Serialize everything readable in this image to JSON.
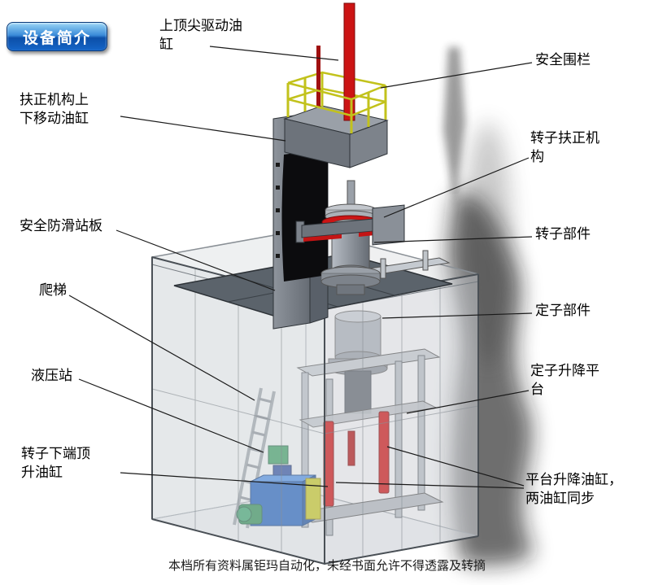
{
  "badge": {
    "label": "设备简介"
  },
  "footer": {
    "text": "本档所有资料属钜玛自动化，未经书面允许不得透露及转摘"
  },
  "labels": [
    {
      "id": "top-tip-drive-cylinder",
      "text": "上顶尖驱动油\n缸"
    },
    {
      "id": "safety-fence",
      "text": "安全围栏"
    },
    {
      "id": "centering-updown-cylinder",
      "text": "扶正机构上\n下移动油缸"
    },
    {
      "id": "rotor-centering-mechanism",
      "text": "转子扶正机\n构"
    },
    {
      "id": "anti-slip-platform",
      "text": "安全防滑站板"
    },
    {
      "id": "rotor-component",
      "text": "转子部件"
    },
    {
      "id": "ladder",
      "text": "爬梯"
    },
    {
      "id": "stator-component",
      "text": "定子部件"
    },
    {
      "id": "hydraulic-station",
      "text": "液压站"
    },
    {
      "id": "stator-lift-platform",
      "text": "定子升降平\n台"
    },
    {
      "id": "rotor-bottom-jack-cylinder",
      "text": "转子下端顶\n升油缸"
    },
    {
      "id": "platform-lift-cylinders",
      "text": "平台升降油缸，\n两油缸同步"
    }
  ],
  "colors": {
    "cylinder_red": "#cc1414",
    "safety_yellow": "#c2c21c",
    "hydraulic_blue": "#1d5cb8",
    "badge_blue": "#1565c8",
    "structure_gray": "#6d737b",
    "platform_gray": "#5b636b"
  }
}
